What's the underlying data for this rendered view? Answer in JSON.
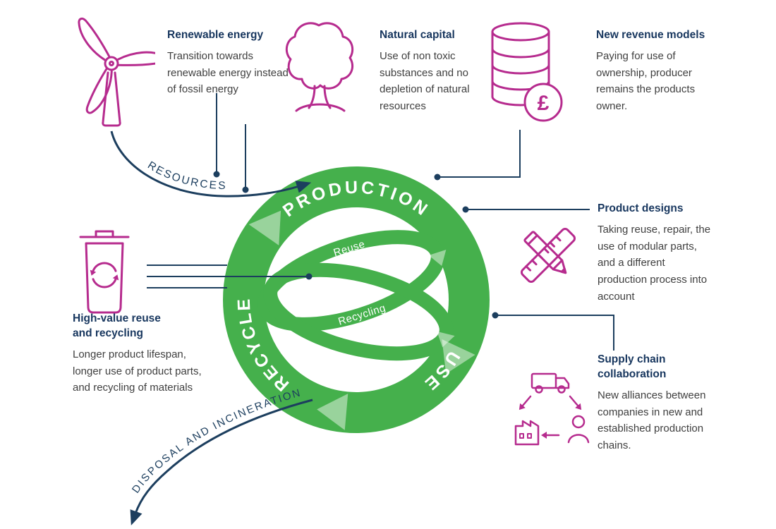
{
  "colors": {
    "green": "#45b04c",
    "arrow_light": "#ffffff",
    "magenta": "#b62b8e",
    "navy": "#1c3e5e",
    "heading_navy": "#17365e",
    "body_text": "#3f3f3f"
  },
  "cycle": {
    "production_label": "PRODUCTION",
    "use_label": "USE",
    "recycle_label": "RECYCLE",
    "reuse_label": "Reuse",
    "recycling_label": "Recycling"
  },
  "flows": {
    "resources_label": "RESOURCES",
    "disposal_label": "DISPOSAL AND INCINERATION"
  },
  "badge": {
    "currency_symbol": "£"
  },
  "callouts": [
    {
      "id": "renewable-energy",
      "icon": "wind-turbine-icon",
      "title": "Renewable energy",
      "body": "Transition towards renewable energy instead of fossil energy"
    },
    {
      "id": "natural-capital",
      "icon": "tree-icon",
      "title": "Natural capital",
      "body": "Use of non toxic substances and no depletion of natural resources"
    },
    {
      "id": "new-revenue-models",
      "icon": "coin-stack-icon",
      "title": "New revenue models",
      "body": "Paying for use of ownership, producer remains the products owner."
    },
    {
      "id": "product-designs",
      "icon": "design-tools-icon",
      "title": "Product designs",
      "body": "Taking reuse, repair, the use of modular parts, and a different production process into account"
    },
    {
      "id": "supply-chain-collaboration",
      "icon": "supply-chain-icon",
      "title": "Supply chain collaboration",
      "body": "New alliances between companies in new and established production chains."
    },
    {
      "id": "high-value-reuse",
      "icon": "recycle-bin-icon",
      "title": "High-value reuse and recycling",
      "body": "Longer product lifespan, longer use of product parts, and recycling of materials"
    }
  ]
}
